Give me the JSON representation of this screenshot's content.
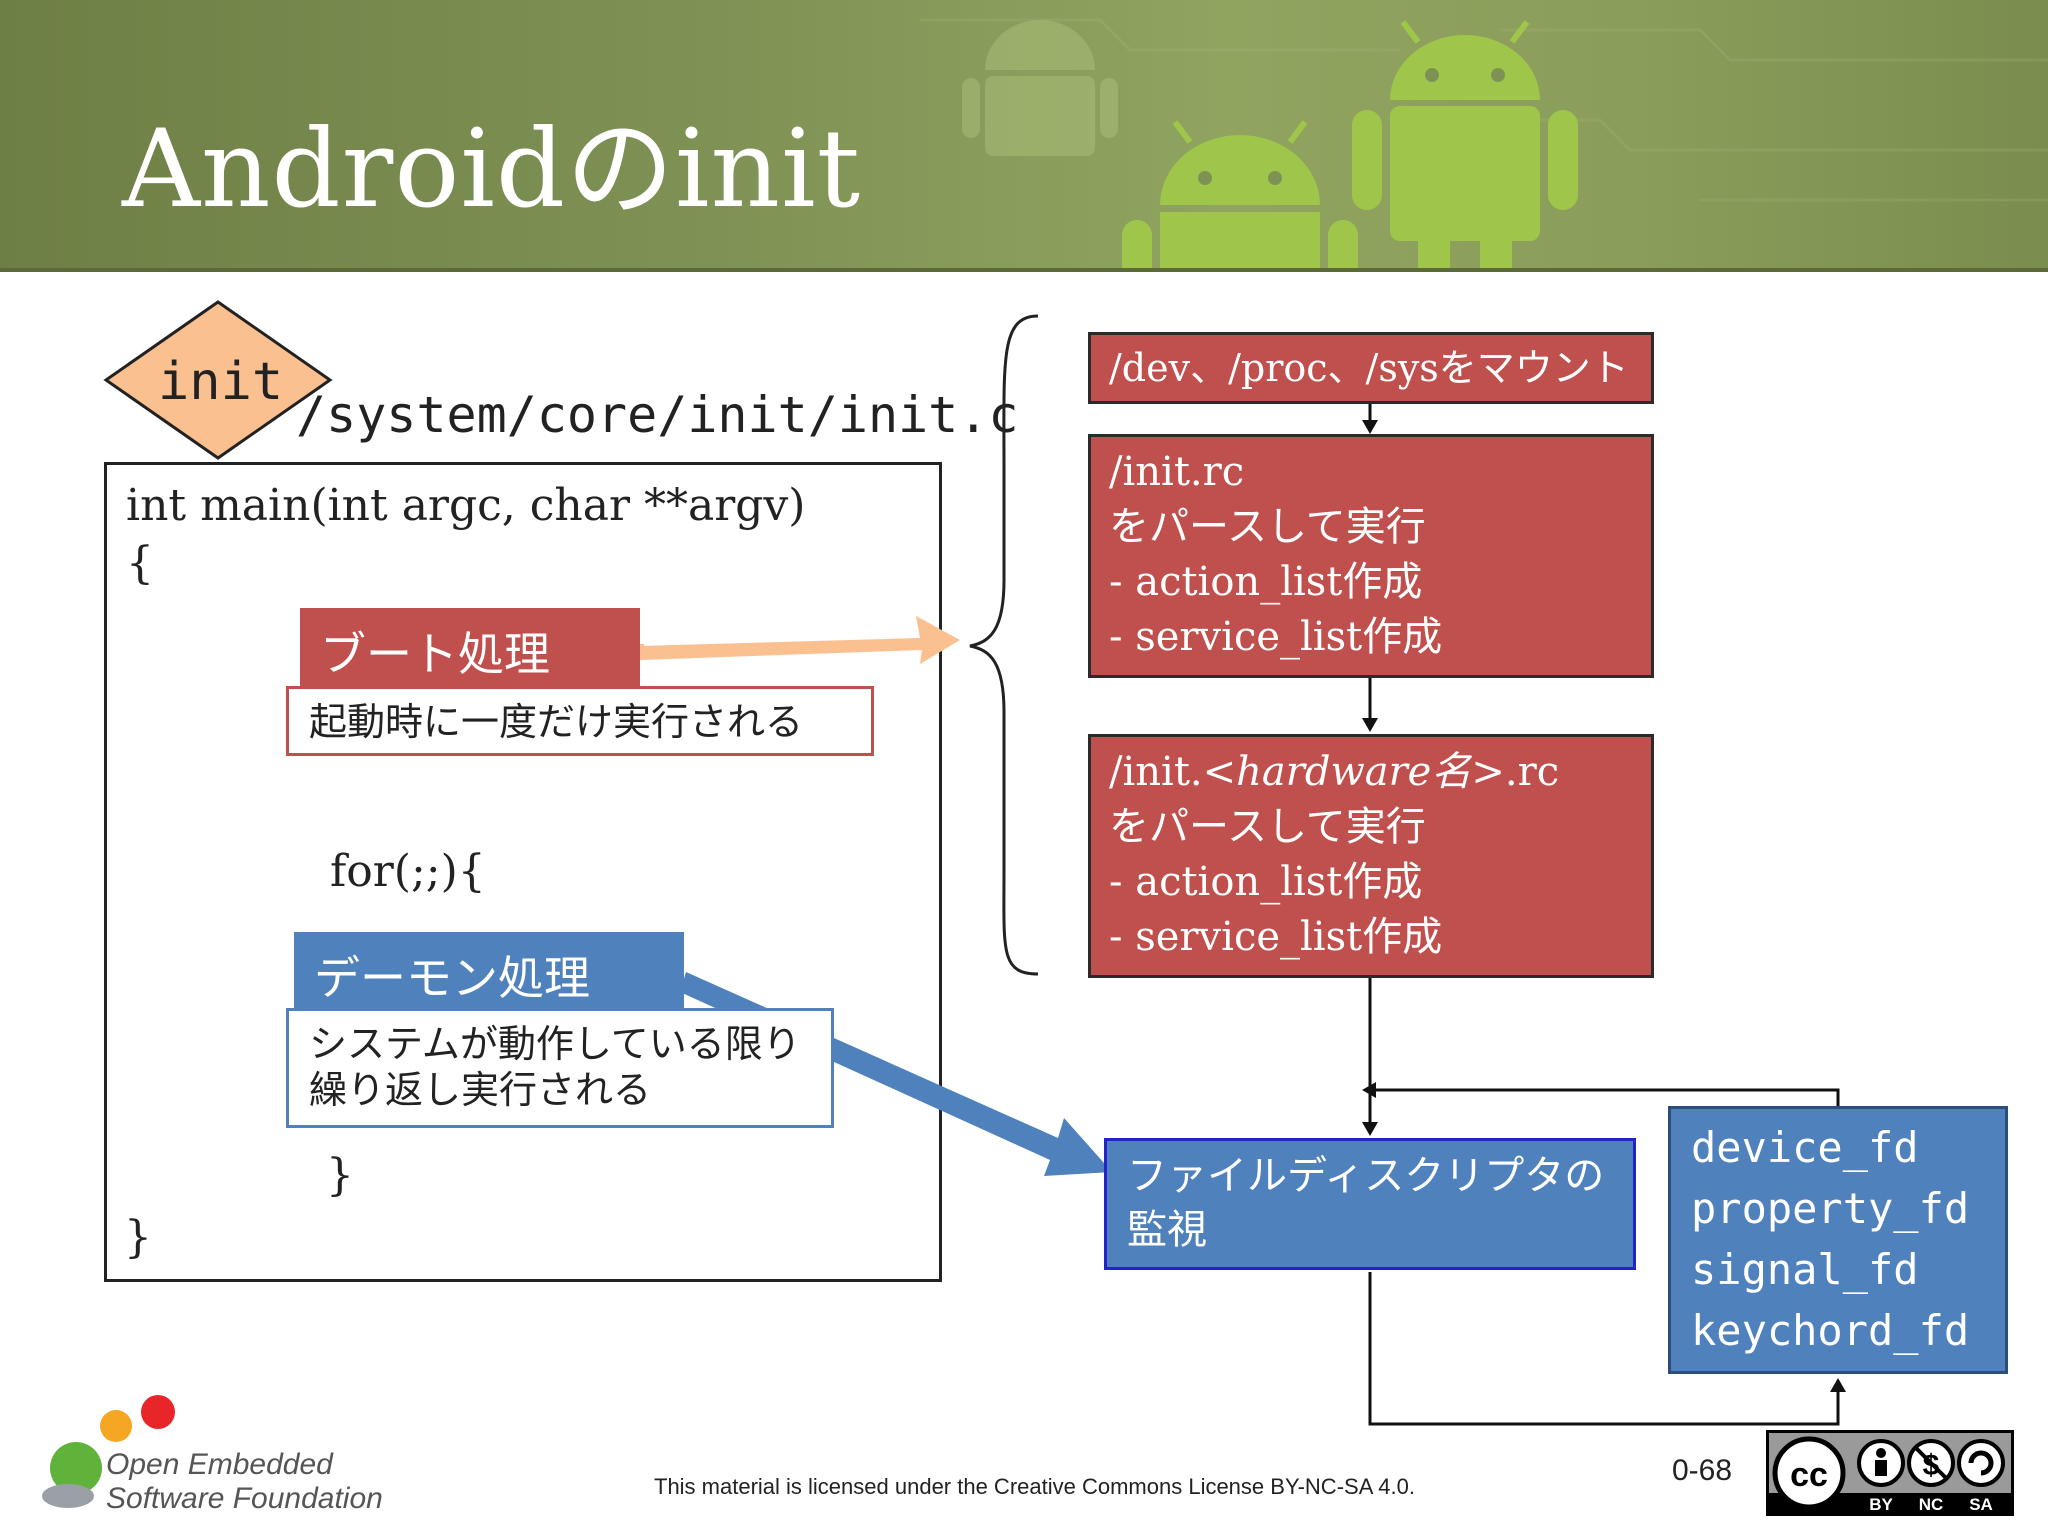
{
  "slide": {
    "title": "Androidのinit",
    "page_number": "0-68",
    "license": "This material is licensed under the Creative Commons License BY-NC-SA 4.0."
  },
  "logo": {
    "line1": "Open Embedded",
    "line2": "Software Foundation"
  },
  "cc_badge": {
    "text": "cc",
    "terms": [
      "BY",
      "NC",
      "SA"
    ]
  },
  "init_diamond": {
    "label": "init",
    "path": "/system/core/init/init.c"
  },
  "code": {
    "signature": "int main(int argc, char **argv)",
    "open_brace": "{",
    "for_loop": "for(;;){",
    "inner_close": "}",
    "close_brace": "}"
  },
  "boot": {
    "label": "ブート処理",
    "note": "起動時に一度だけ実行される"
  },
  "daemon": {
    "label": "デーモン処理",
    "note": "システムが動作している限り\n繰り返し実行される"
  },
  "flow": {
    "mount": "/dev、/proc、/sysをマウント",
    "init_rc": {
      "file": "/init.rc",
      "lines": [
        "をパースして実行",
        "- action_list作成",
        "- service_list作成"
      ]
    },
    "hw_rc": {
      "prefix": "/init.<",
      "hardware": "hardware名",
      "suffix": ">.rc",
      "lines": [
        "をパースして実行",
        "- action_list作成",
        "- service_list作成"
      ]
    },
    "fd_wait": "ファイルディスクリプタの監視",
    "fds": [
      "device_fd",
      "property_fd",
      "signal_fd",
      "keychord_fd"
    ]
  },
  "colors": {
    "header": "#7f9255",
    "red_box": "#c0504d",
    "blue_box": "#4f81bd",
    "boot_arrow": "#fac090",
    "daemon_arrow": "#4f81bd"
  }
}
